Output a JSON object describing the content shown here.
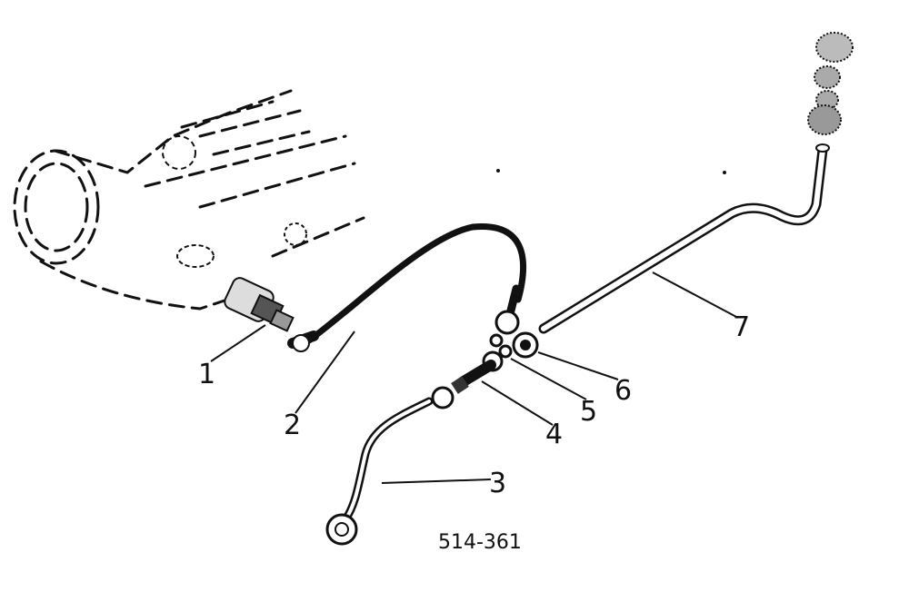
{
  "diagram": {
    "callouts": [
      {
        "id": "1",
        "label": "1"
      },
      {
        "id": "2",
        "label": "2"
      },
      {
        "id": "3",
        "label": "3"
      },
      {
        "id": "4",
        "label": "4"
      },
      {
        "id": "5",
        "label": "5"
      },
      {
        "id": "6",
        "label": "6"
      },
      {
        "id": "7",
        "label": "7"
      }
    ],
    "reference_number": "514-361",
    "ink_color": "#111111",
    "background_color": "#ffffff"
  }
}
